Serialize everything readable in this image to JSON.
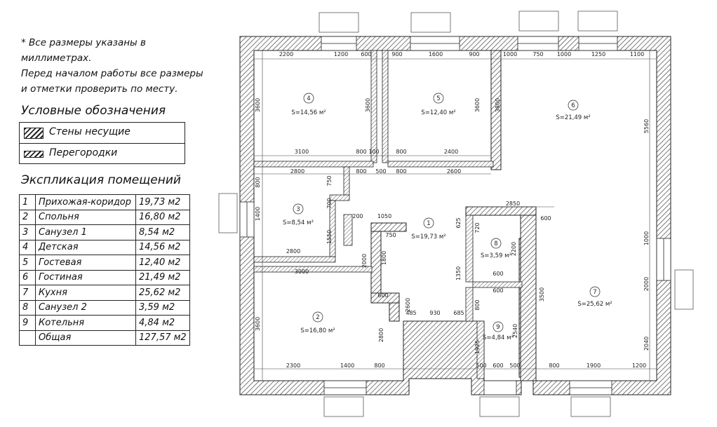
{
  "note": {
    "line1": "* Все размеры указаны в миллиметрах.",
    "line2": "Перед началом работы все размеры",
    "line3": "и отметки проверить по месту."
  },
  "legend": {
    "title": "Условные обозначения",
    "bearing_walls": "Стены несущие",
    "partitions": "Перегородки"
  },
  "explication": {
    "title": "Экспликация помещений",
    "rows": [
      {
        "num": "1",
        "name": "Прихожая-коридор",
        "area": "19,73 м2"
      },
      {
        "num": "2",
        "name": "Спольня",
        "area": "16,80 м2"
      },
      {
        "num": "3",
        "name": "Санузел 1",
        "area": "8,54 м2"
      },
      {
        "num": "4",
        "name": "Детская",
        "area": "14,56 м2"
      },
      {
        "num": "5",
        "name": "Гостевая",
        "area": "12,40 м2"
      },
      {
        "num": "6",
        "name": "Гостиная",
        "area": "21,49 м2"
      },
      {
        "num": "7",
        "name": "Кухня",
        "area": "25,62 м2"
      },
      {
        "num": "8",
        "name": "Санузел 2",
        "area": "3,59 м2"
      },
      {
        "num": "9",
        "name": "Котельня",
        "area": "4,84 м2"
      },
      {
        "num": "",
        "name": "Общая",
        "area": "127,57 м2"
      }
    ]
  },
  "rooms": [
    {
      "num": "4",
      "area": "S=14,56 м²"
    },
    {
      "num": "5",
      "area": "S=12,40 м²"
    },
    {
      "num": "6",
      "area": "S=21,49 м²"
    },
    {
      "num": "3",
      "area": "S=8,54 м²"
    },
    {
      "num": "1",
      "area": "S=19,73 м²"
    },
    {
      "num": "8",
      "area": "S=3,59 м²"
    },
    {
      "num": "2",
      "area": "S=16,80 м²"
    },
    {
      "num": "7",
      "area": "S=25,62 м²"
    },
    {
      "num": "9",
      "area": "S=4,84 м²"
    }
  ],
  "dims": {
    "top1": "2200",
    "top2": "1200",
    "top3": "600",
    "top4": "900",
    "top5": "1600",
    "top6": "900",
    "top7": "1000",
    "top8": "750",
    "top9": "1000",
    "top10": "1250",
    "top11": "1100",
    "h3100": "3100",
    "h800a": "800",
    "h100": "100",
    "h800b": "800",
    "h2400": "2400",
    "h2800a": "2800",
    "h800c": "800",
    "h500": "500",
    "h800d": "800",
    "h2600": "2600",
    "h2850": "2850",
    "h600a": "600",
    "h200": "200",
    "h1050": "1050",
    "h750": "750",
    "h2800b": "2800",
    "h3000": "3000",
    "h600b": "600",
    "h600c": "600",
    "h600d": "600",
    "h485": "485",
    "h930": "930",
    "h685": "685",
    "b2300": "2300",
    "b1400": "1400",
    "b800": "800",
    "b500": "500",
    "b600": "600",
    "b500b": "500",
    "b800b": "800",
    "b1900": "1900",
    "b1200": "1200",
    "v3600a": "3600",
    "v3600b": "3600",
    "v3600c": "3600",
    "v3800": "3800",
    "v5560": "5560",
    "v800": "800",
    "v1400": "1400",
    "v750": "750",
    "v700": "700",
    "v1550": "1550",
    "v2000a": "2000",
    "v1800": "1800",
    "v625": "625",
    "v720": "720",
    "v2200": "2200",
    "v1350": "1350",
    "v3500": "3500",
    "v1000": "1000",
    "v2000b": "2000",
    "v2040": "2040",
    "v3600d": "3600",
    "v2800": "2800",
    "v2600": "2600",
    "v1925": "1925",
    "v2540": "2540",
    "v800b": "800"
  }
}
